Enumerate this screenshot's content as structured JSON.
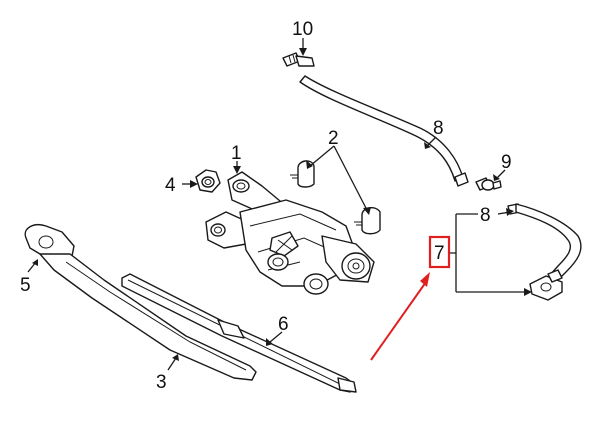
{
  "callouts": {
    "c1": "1",
    "c2": "2",
    "c3": "3",
    "c4": "4",
    "c5": "5",
    "c6": "6",
    "c7": "7",
    "c8a": "8",
    "c8b": "8",
    "c9": "9",
    "c10": "10"
  },
  "colors": {
    "line": "#1a1a1a",
    "highlight": "#e0201f",
    "background": "#ffffff"
  }
}
